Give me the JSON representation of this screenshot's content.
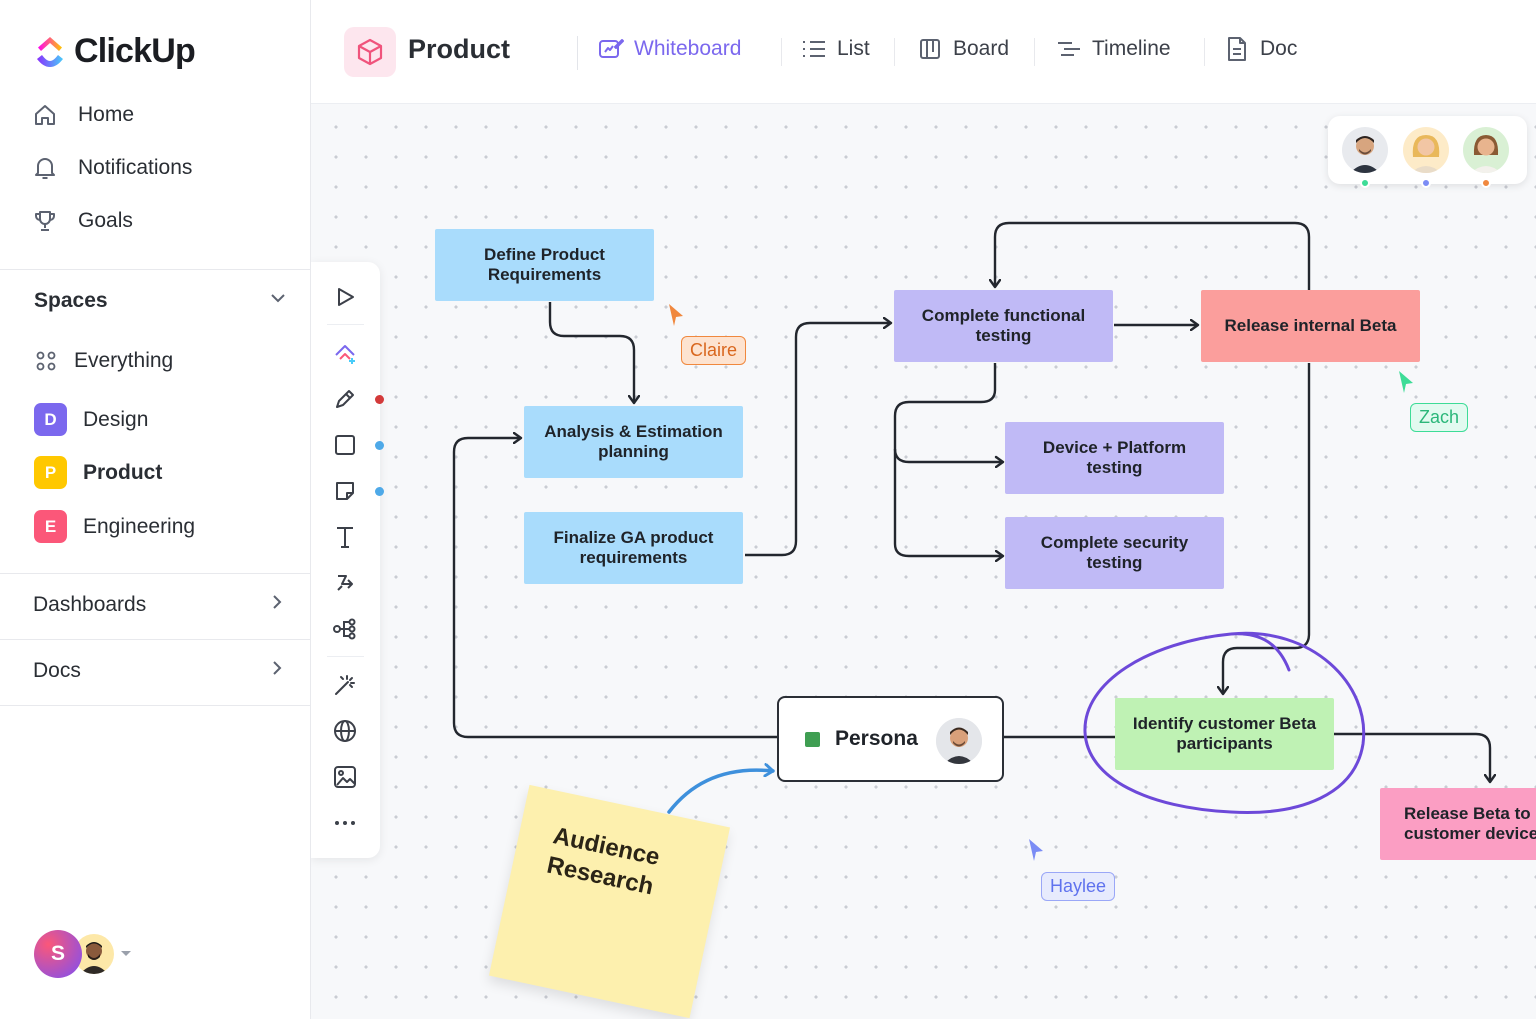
{
  "app": {
    "name": "ClickUp"
  },
  "sidebar": {
    "nav": [
      {
        "label": "Home",
        "icon": "home-icon"
      },
      {
        "label": "Notifications",
        "icon": "bell-icon"
      },
      {
        "label": "Goals",
        "icon": "trophy-icon"
      }
    ],
    "spaces_title": "Spaces",
    "everything_label": "Everything",
    "spaces": [
      {
        "letter": "D",
        "label": "Design",
        "color": "#7b68ee",
        "active": false
      },
      {
        "letter": "P",
        "label": "Product",
        "color": "#ffc800",
        "active": true
      },
      {
        "letter": "E",
        "label": "Engineering",
        "color": "#fb5779",
        "active": false
      }
    ],
    "dashboards_label": "Dashboards",
    "docs_label": "Docs",
    "user_initial": "S"
  },
  "header": {
    "project": "Product",
    "tabs": [
      {
        "label": "Whiteboard",
        "icon": "whiteboard-icon",
        "active": true
      },
      {
        "label": "List",
        "icon": "list-icon",
        "active": false
      },
      {
        "label": "Board",
        "icon": "board-icon",
        "active": false
      },
      {
        "label": "Timeline",
        "icon": "timeline-icon",
        "active": false
      },
      {
        "label": "Doc",
        "icon": "doc-icon",
        "active": false
      }
    ]
  },
  "whiteboard": {
    "cards": {
      "define": "Define Product Requirements",
      "analysis": "Analysis & Estimation planning",
      "finalize": "Finalize GA product requirements",
      "functional": "Complete functional testing",
      "release_internal": "Release internal Beta",
      "device": "Device + Platform testing",
      "security": "Complete security testing",
      "identify": "Identify customer Beta participants",
      "release_customer": "Release Beta to customer devices"
    },
    "persona_label": "Persona",
    "sticky_note": "Audience Research",
    "cursors": [
      {
        "name": "Claire",
        "color": "#f0883e"
      },
      {
        "name": "Zach",
        "color": "#3ddc97"
      },
      {
        "name": "Haylee",
        "color": "#7b8cf5"
      }
    ],
    "presence_dots": [
      "#3ddc97",
      "#7b8cf5",
      "#f0883e"
    ],
    "accent": "#7b68ee"
  }
}
